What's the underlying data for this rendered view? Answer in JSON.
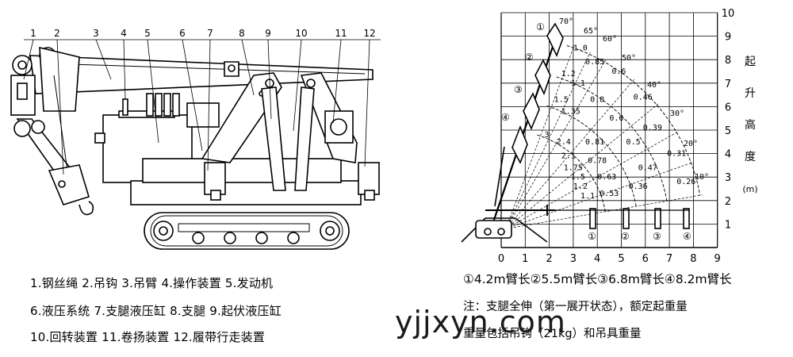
{
  "crane_labels": [
    "1",
    "2",
    "3",
    "4",
    "5",
    "6",
    "7",
    "8",
    "9",
    "10",
    "11",
    "12"
  ],
  "legend_lines": [
    "1.钢丝绳 2.吊钩 3.吊臂 4.操作装置 5.发动机",
    "6.液压系统 7.支腿液压缸 8.支腿 9.起伏液压缸",
    "10.回转装置 11.卷扬装置 12.履带行走装置"
  ],
  "chart": {
    "x_ticks": [
      "0",
      "1",
      "2",
      "3",
      "4",
      "5",
      "6",
      "7",
      "8",
      "9"
    ],
    "y_ticks": [
      "1",
      "2",
      "3",
      "4",
      "5",
      "6",
      "7",
      "8",
      "9",
      "10"
    ],
    "y_axis_label_chars": [
      "起",
      "升",
      "高",
      "度",
      "(m)"
    ],
    "angle_labels": [
      "70°",
      "65°",
      "60°",
      "50°",
      "40°",
      "30°",
      "20°",
      "10°"
    ],
    "boom_markers": [
      "①",
      "②",
      "③",
      "④"
    ],
    "bottom_markers": [
      "①",
      "②",
      "③",
      "④"
    ],
    "load_values": [
      {
        "x": 3.0,
        "y": 8.4,
        "v": "1.0"
      },
      {
        "x": 3.5,
        "y": 7.8,
        "v": "0.85"
      },
      {
        "x": 4.6,
        "y": 7.4,
        "v": "0.6"
      },
      {
        "x": 2.5,
        "y": 7.3,
        "v": "1.2"
      },
      {
        "x": 2.9,
        "y": 6.9,
        "v": "1.1"
      },
      {
        "x": 3.7,
        "y": 6.2,
        "v": "0.8"
      },
      {
        "x": 5.5,
        "y": 6.3,
        "v": "0.46"
      },
      {
        "x": 2.2,
        "y": 6.2,
        "v": "1.5"
      },
      {
        "x": 2.5,
        "y": 5.7,
        "v": "1.35"
      },
      {
        "x": 4.5,
        "y": 5.4,
        "v": "0.6"
      },
      {
        "x": 5.9,
        "y": 5.0,
        "v": "0.39"
      },
      {
        "x": 1.8,
        "y": 4.7,
        "v": "3"
      },
      {
        "x": 2.3,
        "y": 4.4,
        "v": "2.4"
      },
      {
        "x": 3.5,
        "y": 4.4,
        "v": "0.81"
      },
      {
        "x": 5.2,
        "y": 4.4,
        "v": "0.5"
      },
      {
        "x": 2.5,
        "y": 3.8,
        "v": "2.1"
      },
      {
        "x": 3.6,
        "y": 3.6,
        "v": "0.78"
      },
      {
        "x": 6.9,
        "y": 3.9,
        "v": "0.31"
      },
      {
        "x": 2.6,
        "y": 3.3,
        "v": "1.75"
      },
      {
        "x": 5.7,
        "y": 3.3,
        "v": "0.47"
      },
      {
        "x": 2.9,
        "y": 2.9,
        "v": "1.5"
      },
      {
        "x": 4.0,
        "y": 2.9,
        "v": "0.63"
      },
      {
        "x": 3.0,
        "y": 2.5,
        "v": "1.2"
      },
      {
        "x": 7.3,
        "y": 2.7,
        "v": "0.26"
      },
      {
        "x": 5.3,
        "y": 2.5,
        "v": "0.36"
      },
      {
        "x": 3.3,
        "y": 2.1,
        "v": "1.1"
      },
      {
        "x": 4.1,
        "y": 2.2,
        "v": "0.53"
      }
    ]
  },
  "boom_length_line": "①4.2m臂长②5.5m臂长③6.8m臂长④8.2m臂长",
  "note_lines": [
    "注：支腿全伸（第一展开状态），额定起重量",
    "重量包括吊钩（21kg）和吊具重量"
  ],
  "watermark": "yjjxyn.com"
}
